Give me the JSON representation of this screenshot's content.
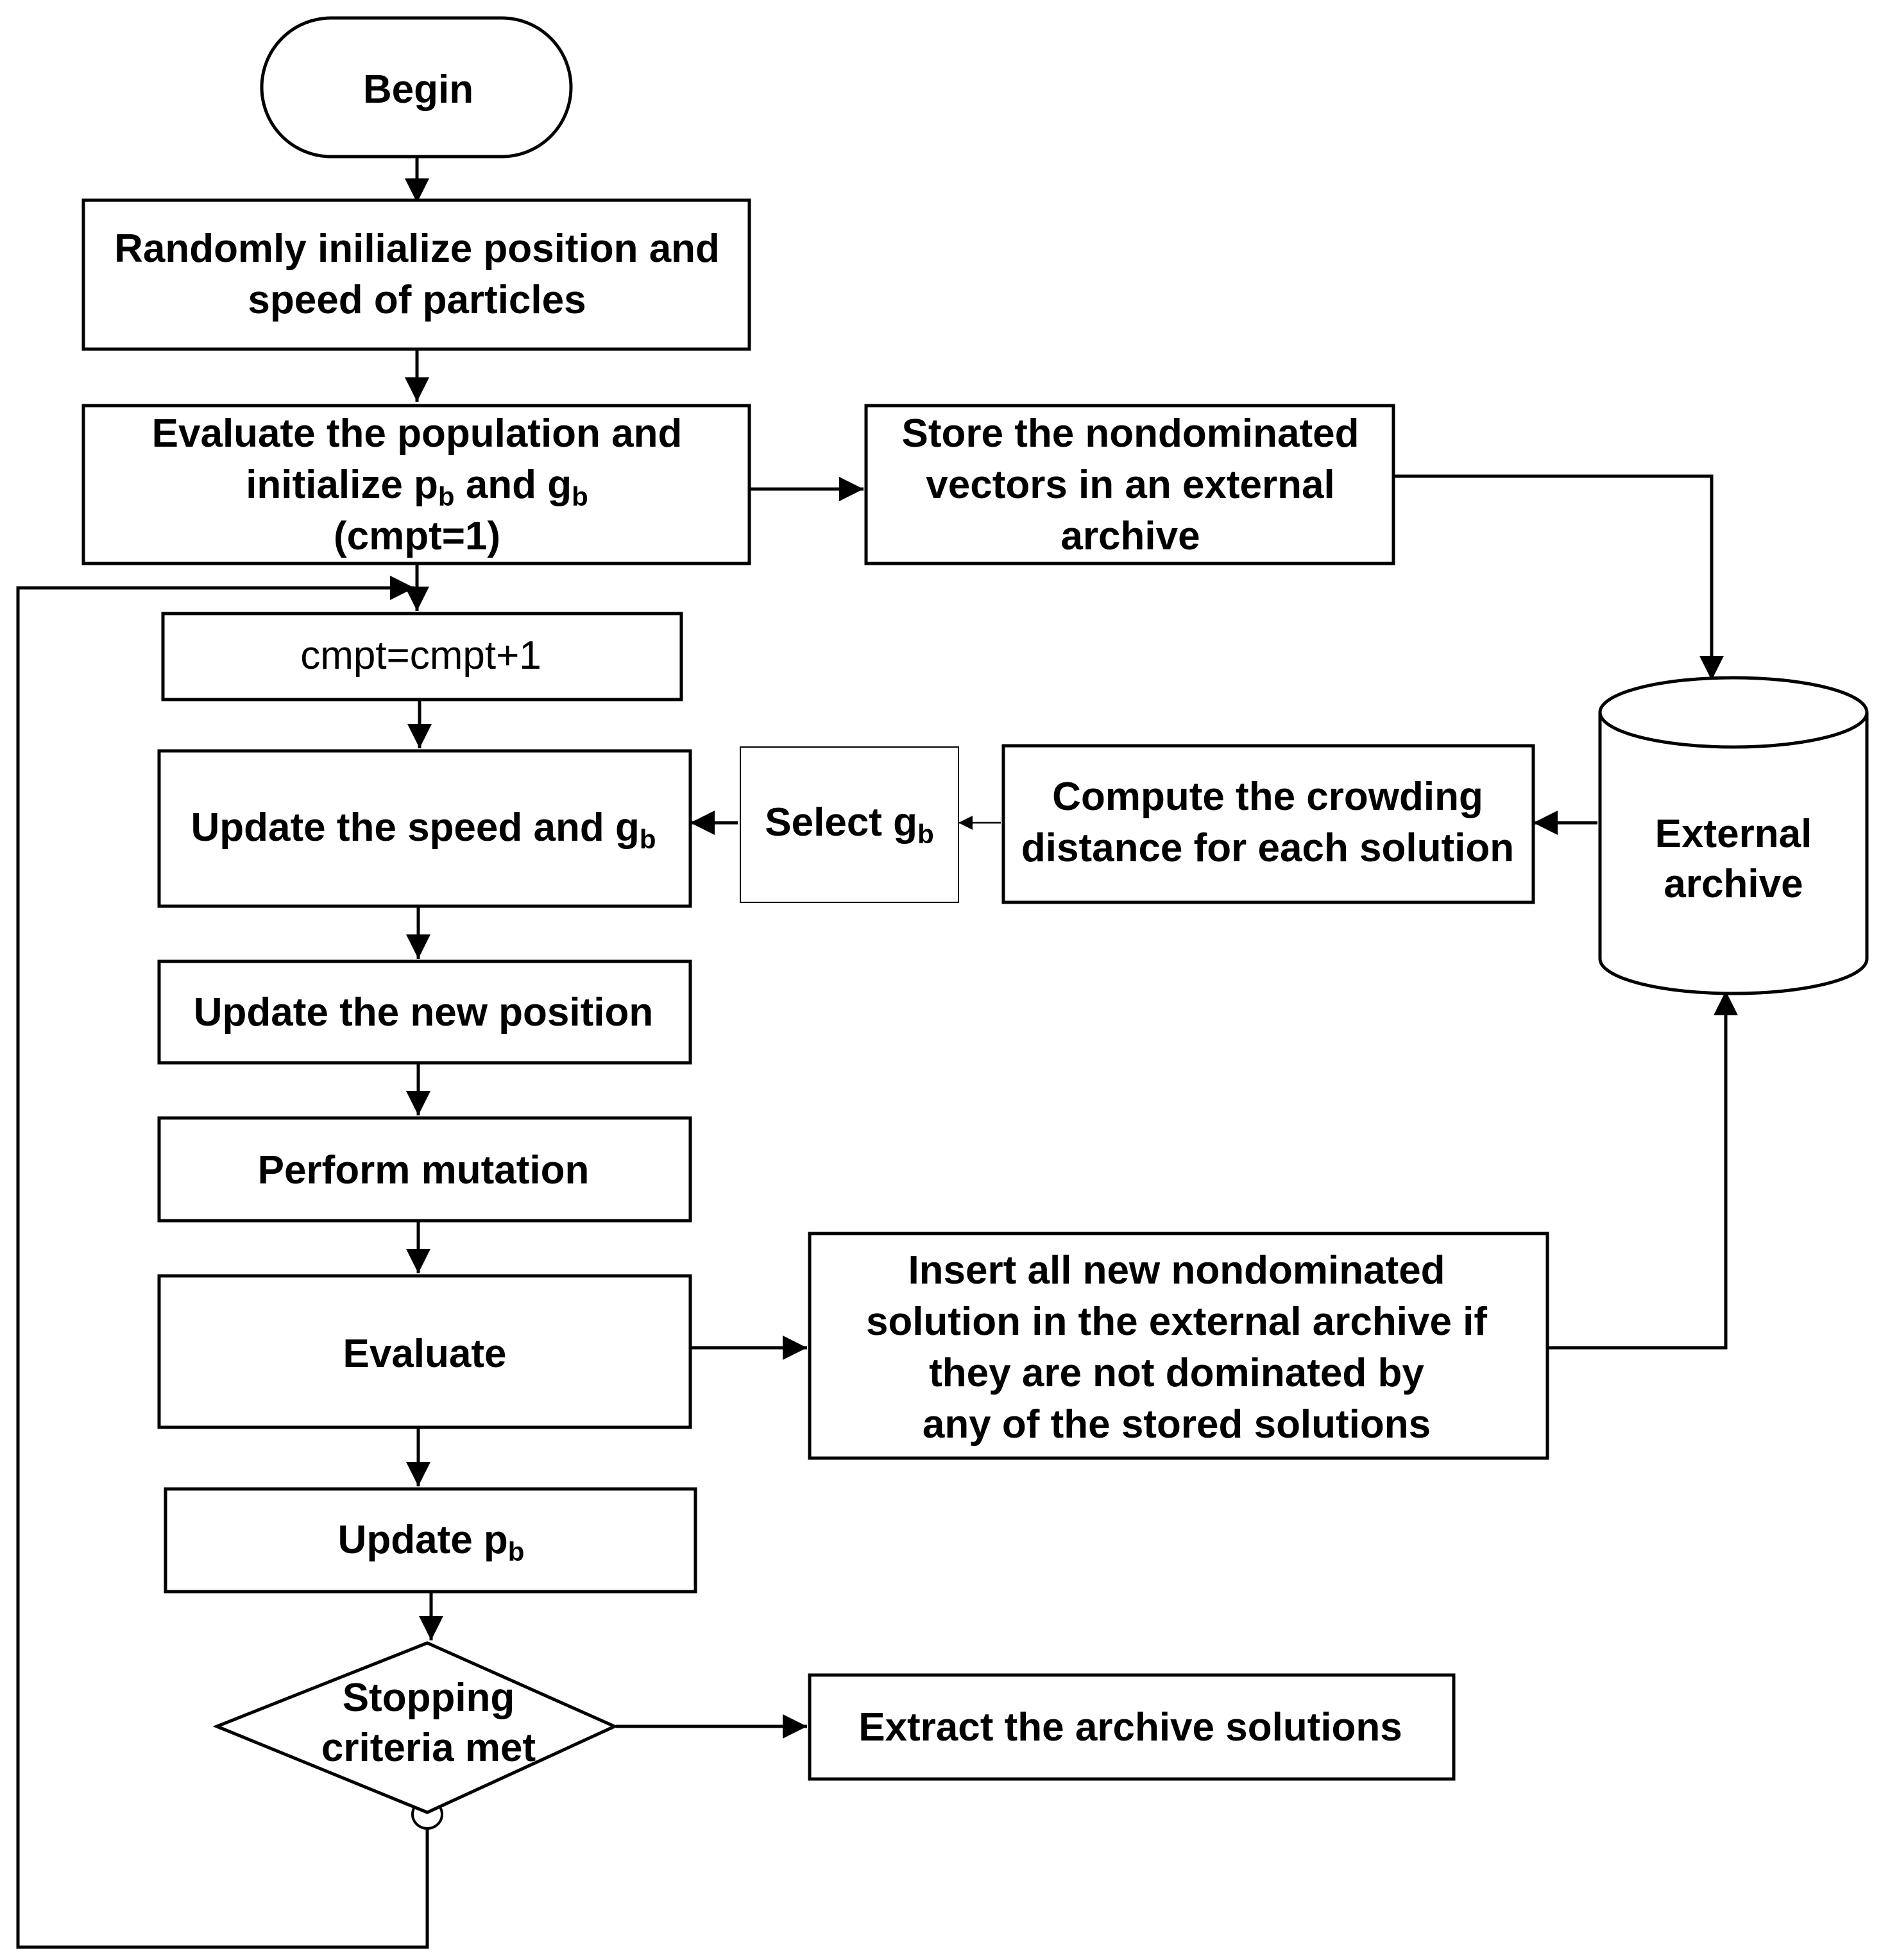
{
  "nodes": {
    "begin": {
      "lines": [
        "Begin"
      ]
    },
    "init": {
      "lines": [
        "Randomly inilialize position and",
        "speed of particles"
      ]
    },
    "evaluate_pop": {
      "lines": [
        "Evaluate the population and",
        "initialize p",
        "and g",
        "(cmpt=1)"
      ],
      "sub": "b"
    },
    "store": {
      "lines": [
        "Store the nondominated",
        "vectors in an external",
        "archive"
      ]
    },
    "increment": {
      "lines": [
        "cmpt=cmpt+1"
      ]
    },
    "update_speed": {
      "lines": [
        "Update the speed and g"
      ],
      "sub": "b"
    },
    "select": {
      "lines": [
        "Select g"
      ],
      "sub": "b"
    },
    "crowding": {
      "lines": [
        "Compute the crowding",
        "distance for each solution"
      ]
    },
    "archive": {
      "lines": [
        "External",
        "archive"
      ]
    },
    "update_position": {
      "lines": [
        "Update the new position"
      ]
    },
    "mutation": {
      "lines": [
        "Perform mutation"
      ]
    },
    "evaluate": {
      "lines": [
        "Evaluate"
      ]
    },
    "insert": {
      "lines": [
        "Insert all new nondominated",
        "solution in the external archive if",
        "they are not dominated by",
        "any of the stored solutions"
      ]
    },
    "update_pb": {
      "lines": [
        "Update p"
      ],
      "sub": "b"
    },
    "stopping": {
      "lines": [
        "Stopping",
        "criteria met"
      ]
    },
    "extract": {
      "lines": [
        "Extract the archive solutions"
      ]
    }
  }
}
